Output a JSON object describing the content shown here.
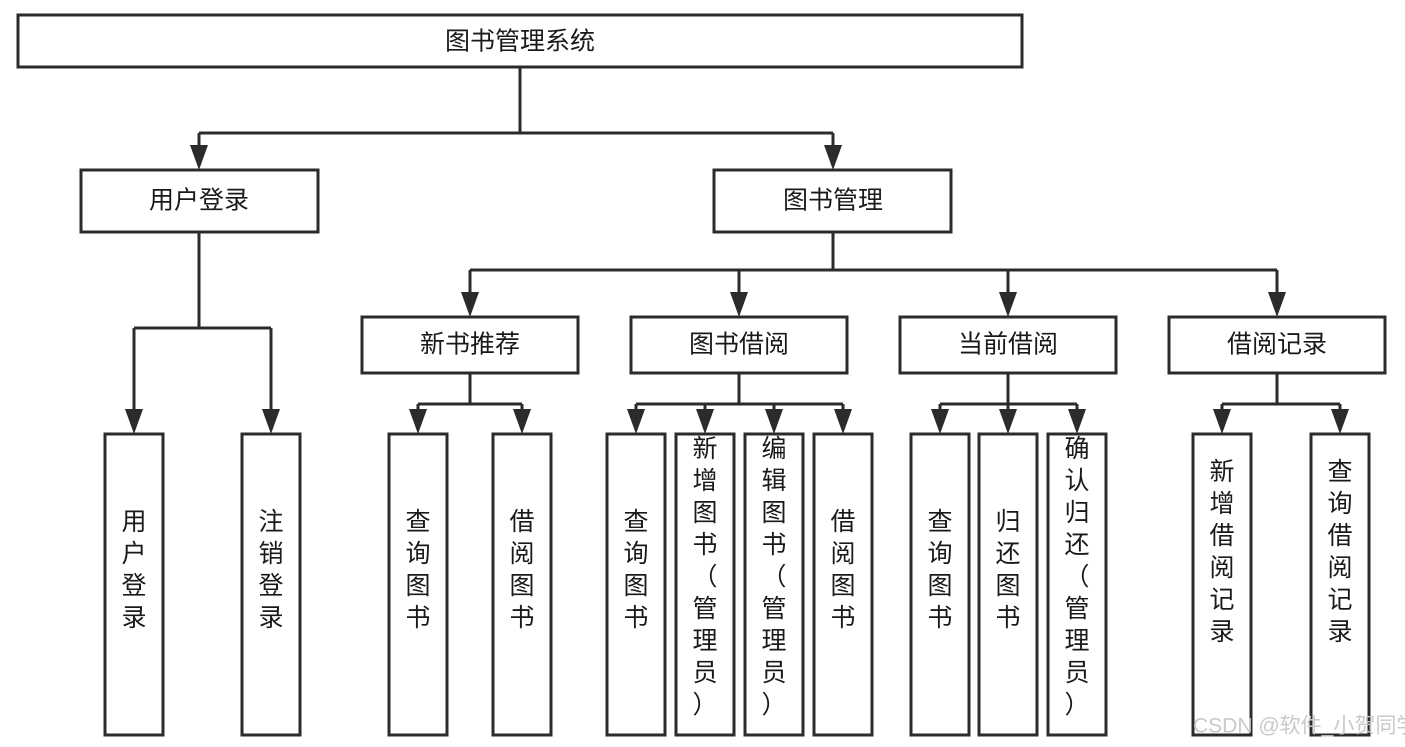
{
  "diagram": {
    "title": "图书管理系统",
    "type": "tree-hierarchy",
    "watermark": "CSDN @软件_小贺同学",
    "colors": {
      "stroke": "#2b2b2b",
      "fill": "#ffffff",
      "text": "#1a1a1a",
      "watermark": "#c9c9c9",
      "background": "#ffffff"
    },
    "levels": {
      "root": "图书管理系统",
      "level2": [
        "用户登录",
        "图书管理"
      ],
      "level3": [
        "新书推荐",
        "图书借阅",
        "当前借阅",
        "借阅记录"
      ]
    },
    "nodes": {
      "root": {
        "label": "图书管理系统",
        "orientation": "horizontal"
      },
      "user_login": {
        "label": "用户登录",
        "orientation": "horizontal"
      },
      "book_manage": {
        "label": "图书管理",
        "orientation": "horizontal"
      },
      "new_book_rec": {
        "label": "新书推荐",
        "orientation": "horizontal"
      },
      "book_borrow": {
        "label": "图书借阅",
        "orientation": "horizontal"
      },
      "current_borrow": {
        "label": "当前借阅",
        "orientation": "horizontal"
      },
      "borrow_record": {
        "label": "借阅记录",
        "orientation": "horizontal"
      },
      "leaf_user_login": {
        "label": "用户登录",
        "orientation": "vertical"
      },
      "leaf_logout": {
        "label": "注销登录",
        "orientation": "vertical"
      },
      "leaf_query_book_1": {
        "label": "查询图书",
        "orientation": "vertical"
      },
      "leaf_borrow_book_1": {
        "label": "借阅图书",
        "orientation": "vertical"
      },
      "leaf_query_book_2": {
        "label": "查询图书",
        "orientation": "vertical"
      },
      "leaf_add_book": {
        "label": "新增图书（管理员）",
        "orientation": "vertical"
      },
      "leaf_edit_book": {
        "label": "编辑图书（管理员）",
        "orientation": "vertical"
      },
      "leaf_borrow_book_2": {
        "label": "借阅图书",
        "orientation": "vertical"
      },
      "leaf_query_book_3": {
        "label": "查询图书",
        "orientation": "vertical"
      },
      "leaf_return_book": {
        "label": "归还图书",
        "orientation": "vertical"
      },
      "leaf_confirm_return": {
        "label": "确认归还（管理员）",
        "orientation": "vertical"
      },
      "leaf_add_record": {
        "label": "新增借阅记录",
        "orientation": "vertical"
      },
      "leaf_query_record": {
        "label": "查询借阅记录",
        "orientation": "vertical"
      }
    },
    "edges": [
      {
        "from": "root",
        "to": "用户登录"
      },
      {
        "from": "root",
        "to": "图书管理"
      },
      {
        "from": "用户登录",
        "to": "用户登录(叶)"
      },
      {
        "from": "用户登录",
        "to": "注销登录"
      },
      {
        "from": "图书管理",
        "to": "新书推荐"
      },
      {
        "from": "图书管理",
        "to": "图书借阅"
      },
      {
        "from": "图书管理",
        "to": "当前借阅"
      },
      {
        "from": "图书管理",
        "to": "借阅记录"
      },
      {
        "from": "新书推荐",
        "to": "查询图书"
      },
      {
        "from": "新书推荐",
        "to": "借阅图书"
      },
      {
        "from": "图书借阅",
        "to": "查询图书"
      },
      {
        "from": "图书借阅",
        "to": "新增图书（管理员）"
      },
      {
        "from": "图书借阅",
        "to": "编辑图书（管理员）"
      },
      {
        "from": "图书借阅",
        "to": "借阅图书"
      },
      {
        "from": "当前借阅",
        "to": "查询图书"
      },
      {
        "from": "当前借阅",
        "to": "归还图书"
      },
      {
        "from": "当前借阅",
        "to": "确认归还（管理员）"
      },
      {
        "from": "借阅记录",
        "to": "新增借阅记录"
      },
      {
        "from": "借阅记录",
        "to": "查询借阅记录"
      }
    ]
  }
}
